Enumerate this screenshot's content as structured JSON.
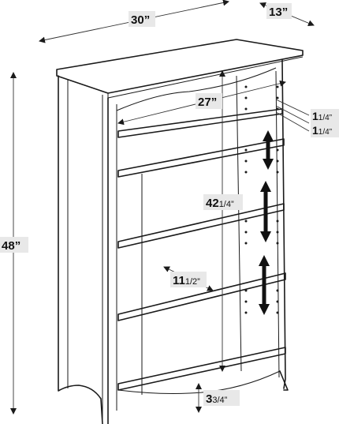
{
  "dimensions": {
    "width": {
      "whole": "30",
      "unit": "”"
    },
    "depth": {
      "whole": "13",
      "unit": "”"
    },
    "height": {
      "whole": "48",
      "unit": "”"
    },
    "inner_width": {
      "whole": "27",
      "unit": "”"
    },
    "inner_height": {
      "whole": "42",
      "frac": "1/4",
      "unit": "”"
    },
    "shelf_depth": {
      "whole": "11",
      "frac": "1/2",
      "unit": "”"
    },
    "base_clearance": {
      "whole": "3",
      "frac": "3/4",
      "unit": "”"
    },
    "hole_spacing_1": {
      "whole": "1",
      "frac": "1/4",
      "unit": "”"
    },
    "hole_spacing_2": {
      "whole": "1",
      "frac": "1/4",
      "unit": "”"
    }
  },
  "colors": {
    "line": "#1a1a1a",
    "label_bg": "#e8e8e8"
  }
}
